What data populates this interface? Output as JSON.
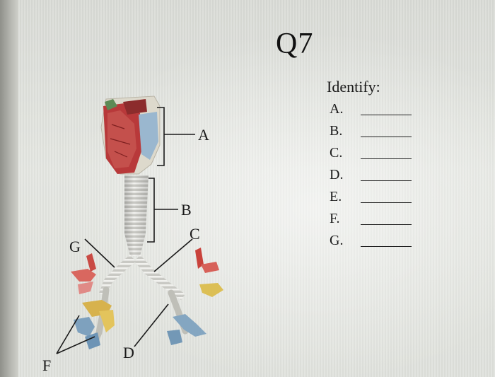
{
  "title": "Q7",
  "identify": {
    "heading": "Identify:",
    "items": [
      "A.",
      "B.",
      "C.",
      "D.",
      "E.",
      "F.",
      "G."
    ]
  },
  "diagram_labels": {
    "a": "A",
    "b": "B",
    "c": "C",
    "d": "D",
    "f": "F",
    "g": "G"
  }
}
